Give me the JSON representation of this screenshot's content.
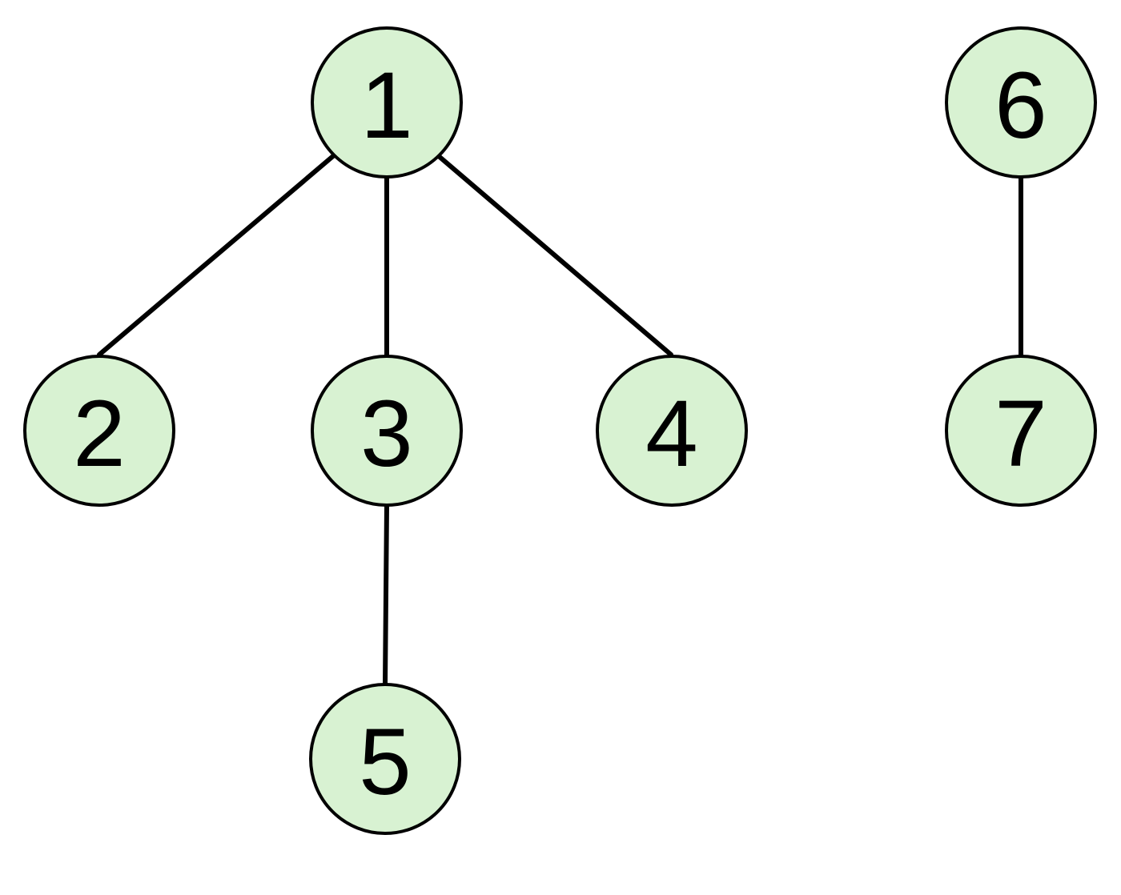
{
  "graph": {
    "node_fill": "#d8f2d2",
    "stroke_color": "#000000",
    "nodes": [
      {
        "id": "1",
        "label": "1"
      },
      {
        "id": "2",
        "label": "2"
      },
      {
        "id": "3",
        "label": "3"
      },
      {
        "id": "4",
        "label": "4"
      },
      {
        "id": "5",
        "label": "5"
      },
      {
        "id": "6",
        "label": "6"
      },
      {
        "id": "7",
        "label": "7"
      }
    ],
    "edges": [
      {
        "from": "1",
        "to": "2"
      },
      {
        "from": "1",
        "to": "3"
      },
      {
        "from": "1",
        "to": "4"
      },
      {
        "from": "3",
        "to": "5"
      },
      {
        "from": "6",
        "to": "7"
      }
    ]
  }
}
